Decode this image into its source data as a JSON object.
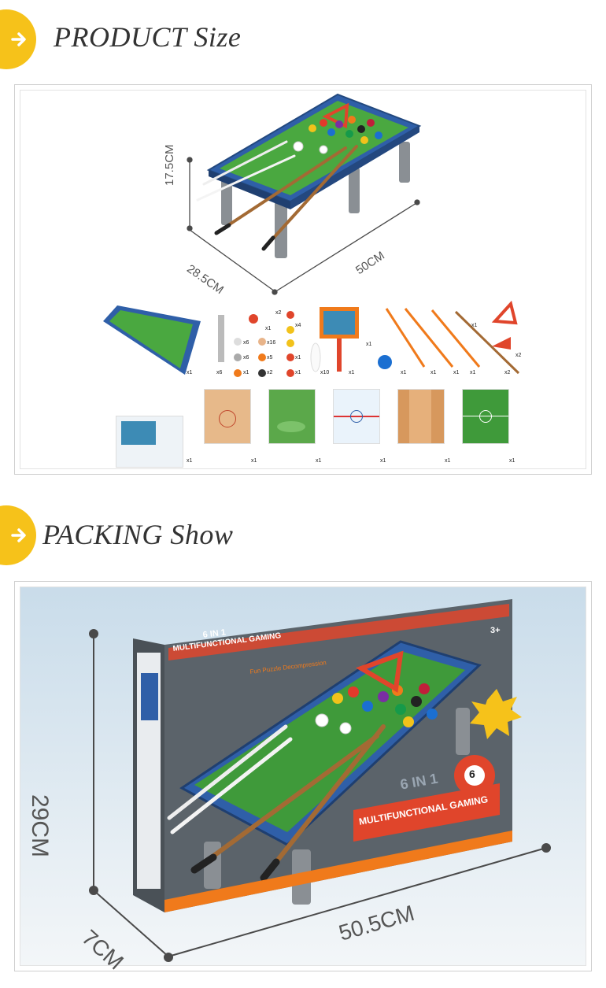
{
  "sections": [
    {
      "title": "PRODUCT Size"
    },
    {
      "title": "PACKING Show"
    }
  ],
  "product": {
    "dims": {
      "height": "17.5CM",
      "depth": "28.5CM",
      "width": "50CM"
    },
    "parts_quantities": [
      "x1",
      "x2",
      "x1",
      "x4",
      "x6",
      "x16",
      "x6",
      "x5",
      "x6",
      "x1",
      "x2",
      "x1",
      "x1",
      "x10",
      "x1",
      "x1",
      "x1",
      "x1",
      "x2",
      "x1",
      "x1",
      "x2",
      "x1",
      "x1",
      "x1",
      "x1",
      "x1",
      "x1",
      "x1"
    ]
  },
  "packing": {
    "dims": {
      "height": "29CM",
      "depth": "7CM",
      "width": "50.5CM"
    },
    "box_text": {
      "top_title": "6 IN 1",
      "top_subtitle": "MULTIFUNCTIONAL GAMING",
      "tagline": "Fun Puzzle Decompression",
      "age": "3+",
      "main_number": "6 IN 1",
      "main_title": "MULTIFUNCTIONAL GAMING",
      "ball_number": "6"
    }
  },
  "colors": {
    "accent": "#f6c21a",
    "table_blue": "#2f5fa8",
    "felt_green": "#3f9a3a"
  }
}
